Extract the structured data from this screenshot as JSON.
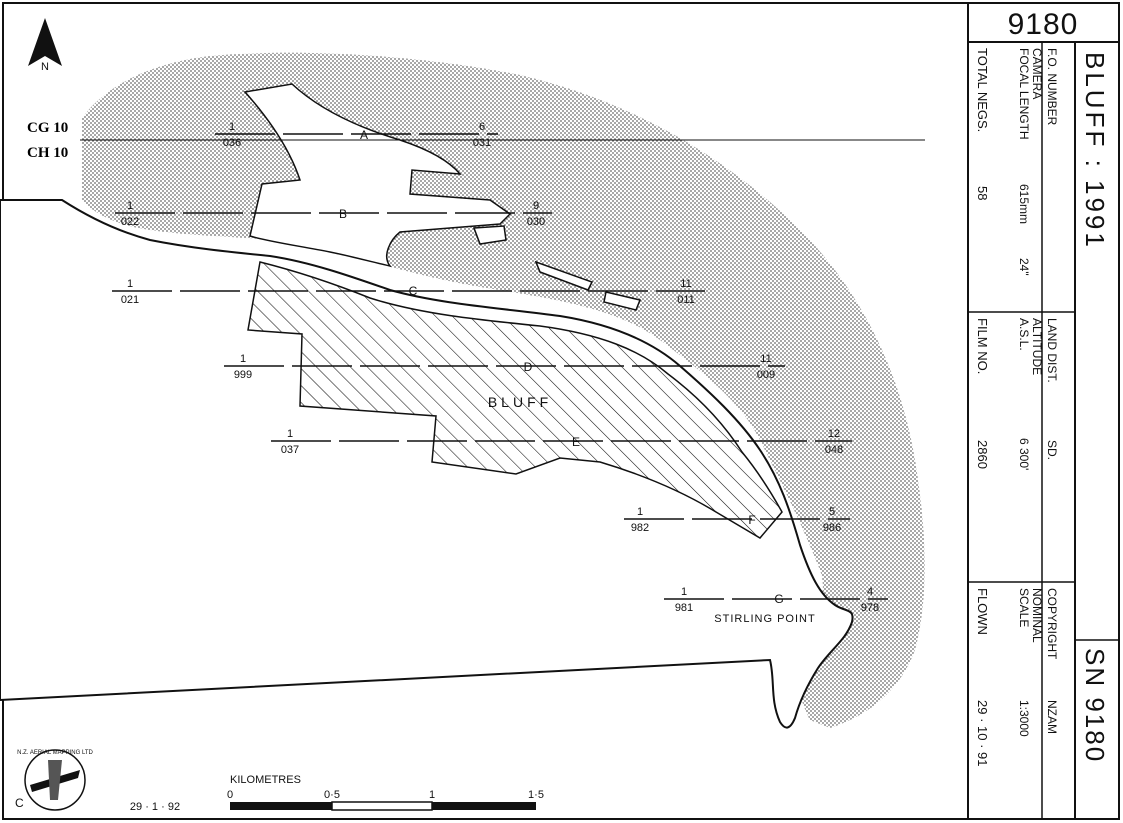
{
  "header": {
    "sortie_number": "9180",
    "title": "BLUFF : 1991",
    "sn": "SN 9180"
  },
  "info_panel": {
    "fo_number_label": "F.O. NUMBER",
    "land_dist_label": "LAND DIST.",
    "land_dist_value": "SD.",
    "copyright_label": "COPYRIGHT",
    "copyright_value": "NZAM",
    "camera_label": "CAMERA",
    "focal_length_label": "FOCAL LENGTH",
    "focal_length_value": "615mm",
    "focal_length_inches": "24\"",
    "altitude_label": "ALTITUDE",
    "asl_label": "A.S.L.",
    "altitude_value": "6 300'",
    "nominal_label": "NOMINAL",
    "scale_label": "SCALE",
    "scale_value": "1:3000",
    "total_negs_label": "TOTAL NEGS.",
    "total_negs_value": "58",
    "film_no_label": "FILM NO.",
    "film_no_value": "2860",
    "flown_label": "FLOWN",
    "flown_value": "29 · 10 · 91"
  },
  "map": {
    "north_label": "N",
    "place_label": "BLUFF",
    "point_label": "STIRLING POINT",
    "grid_labels": [
      "CG 10",
      "CH 10"
    ],
    "date": "29 · 1 · 92",
    "corner_letter": "C",
    "logo_text": "N.Z. AERIAL MAPPING LTD"
  },
  "flight_runs": [
    {
      "letter": "A",
      "start_num": "1",
      "start_film": "036",
      "end_num": "6",
      "end_film": "031"
    },
    {
      "letter": "B",
      "start_num": "1",
      "start_film": "022",
      "end_num": "9",
      "end_film": "030"
    },
    {
      "letter": "C",
      "start_num": "1",
      "start_film": "021",
      "end_num": "11",
      "end_film": "011"
    },
    {
      "letter": "D",
      "start_num": "1",
      "start_film": "999",
      "end_num": "11",
      "end_film": "009"
    },
    {
      "letter": "E",
      "start_num": "1",
      "start_film": "037",
      "end_num": "12",
      "end_film": "048"
    },
    {
      "letter": "F",
      "start_num": "1",
      "start_film": "982",
      "end_num": "5",
      "end_film": "986"
    },
    {
      "letter": "G",
      "start_num": "1",
      "start_film": "981",
      "end_num": "4",
      "end_film": "978"
    }
  ],
  "scale_bar": {
    "title": "KILOMETRES",
    "ticks": [
      "0",
      "0·5",
      "1",
      "1·5"
    ]
  },
  "colors": {
    "ink": "#111111",
    "sea_stipple": "#c8c8c8",
    "paper": "#ffffff"
  }
}
